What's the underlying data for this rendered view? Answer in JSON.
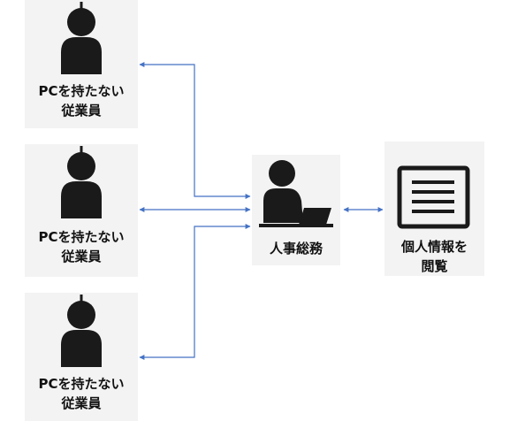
{
  "employees": [
    {
      "line1": "PCを持たない",
      "line2": "従業員"
    },
    {
      "line1": "PCを持たない",
      "line2": "従業員"
    },
    {
      "line1": "PCを持たない",
      "line2": "従業員"
    }
  ],
  "hr": {
    "label": "人事総務"
  },
  "document": {
    "line1": "個人情報を",
    "line2": "閲覧"
  },
  "colors": {
    "arrow": "#4472c4",
    "card": "#f3f3f3",
    "icon": "#1a1a1a"
  }
}
